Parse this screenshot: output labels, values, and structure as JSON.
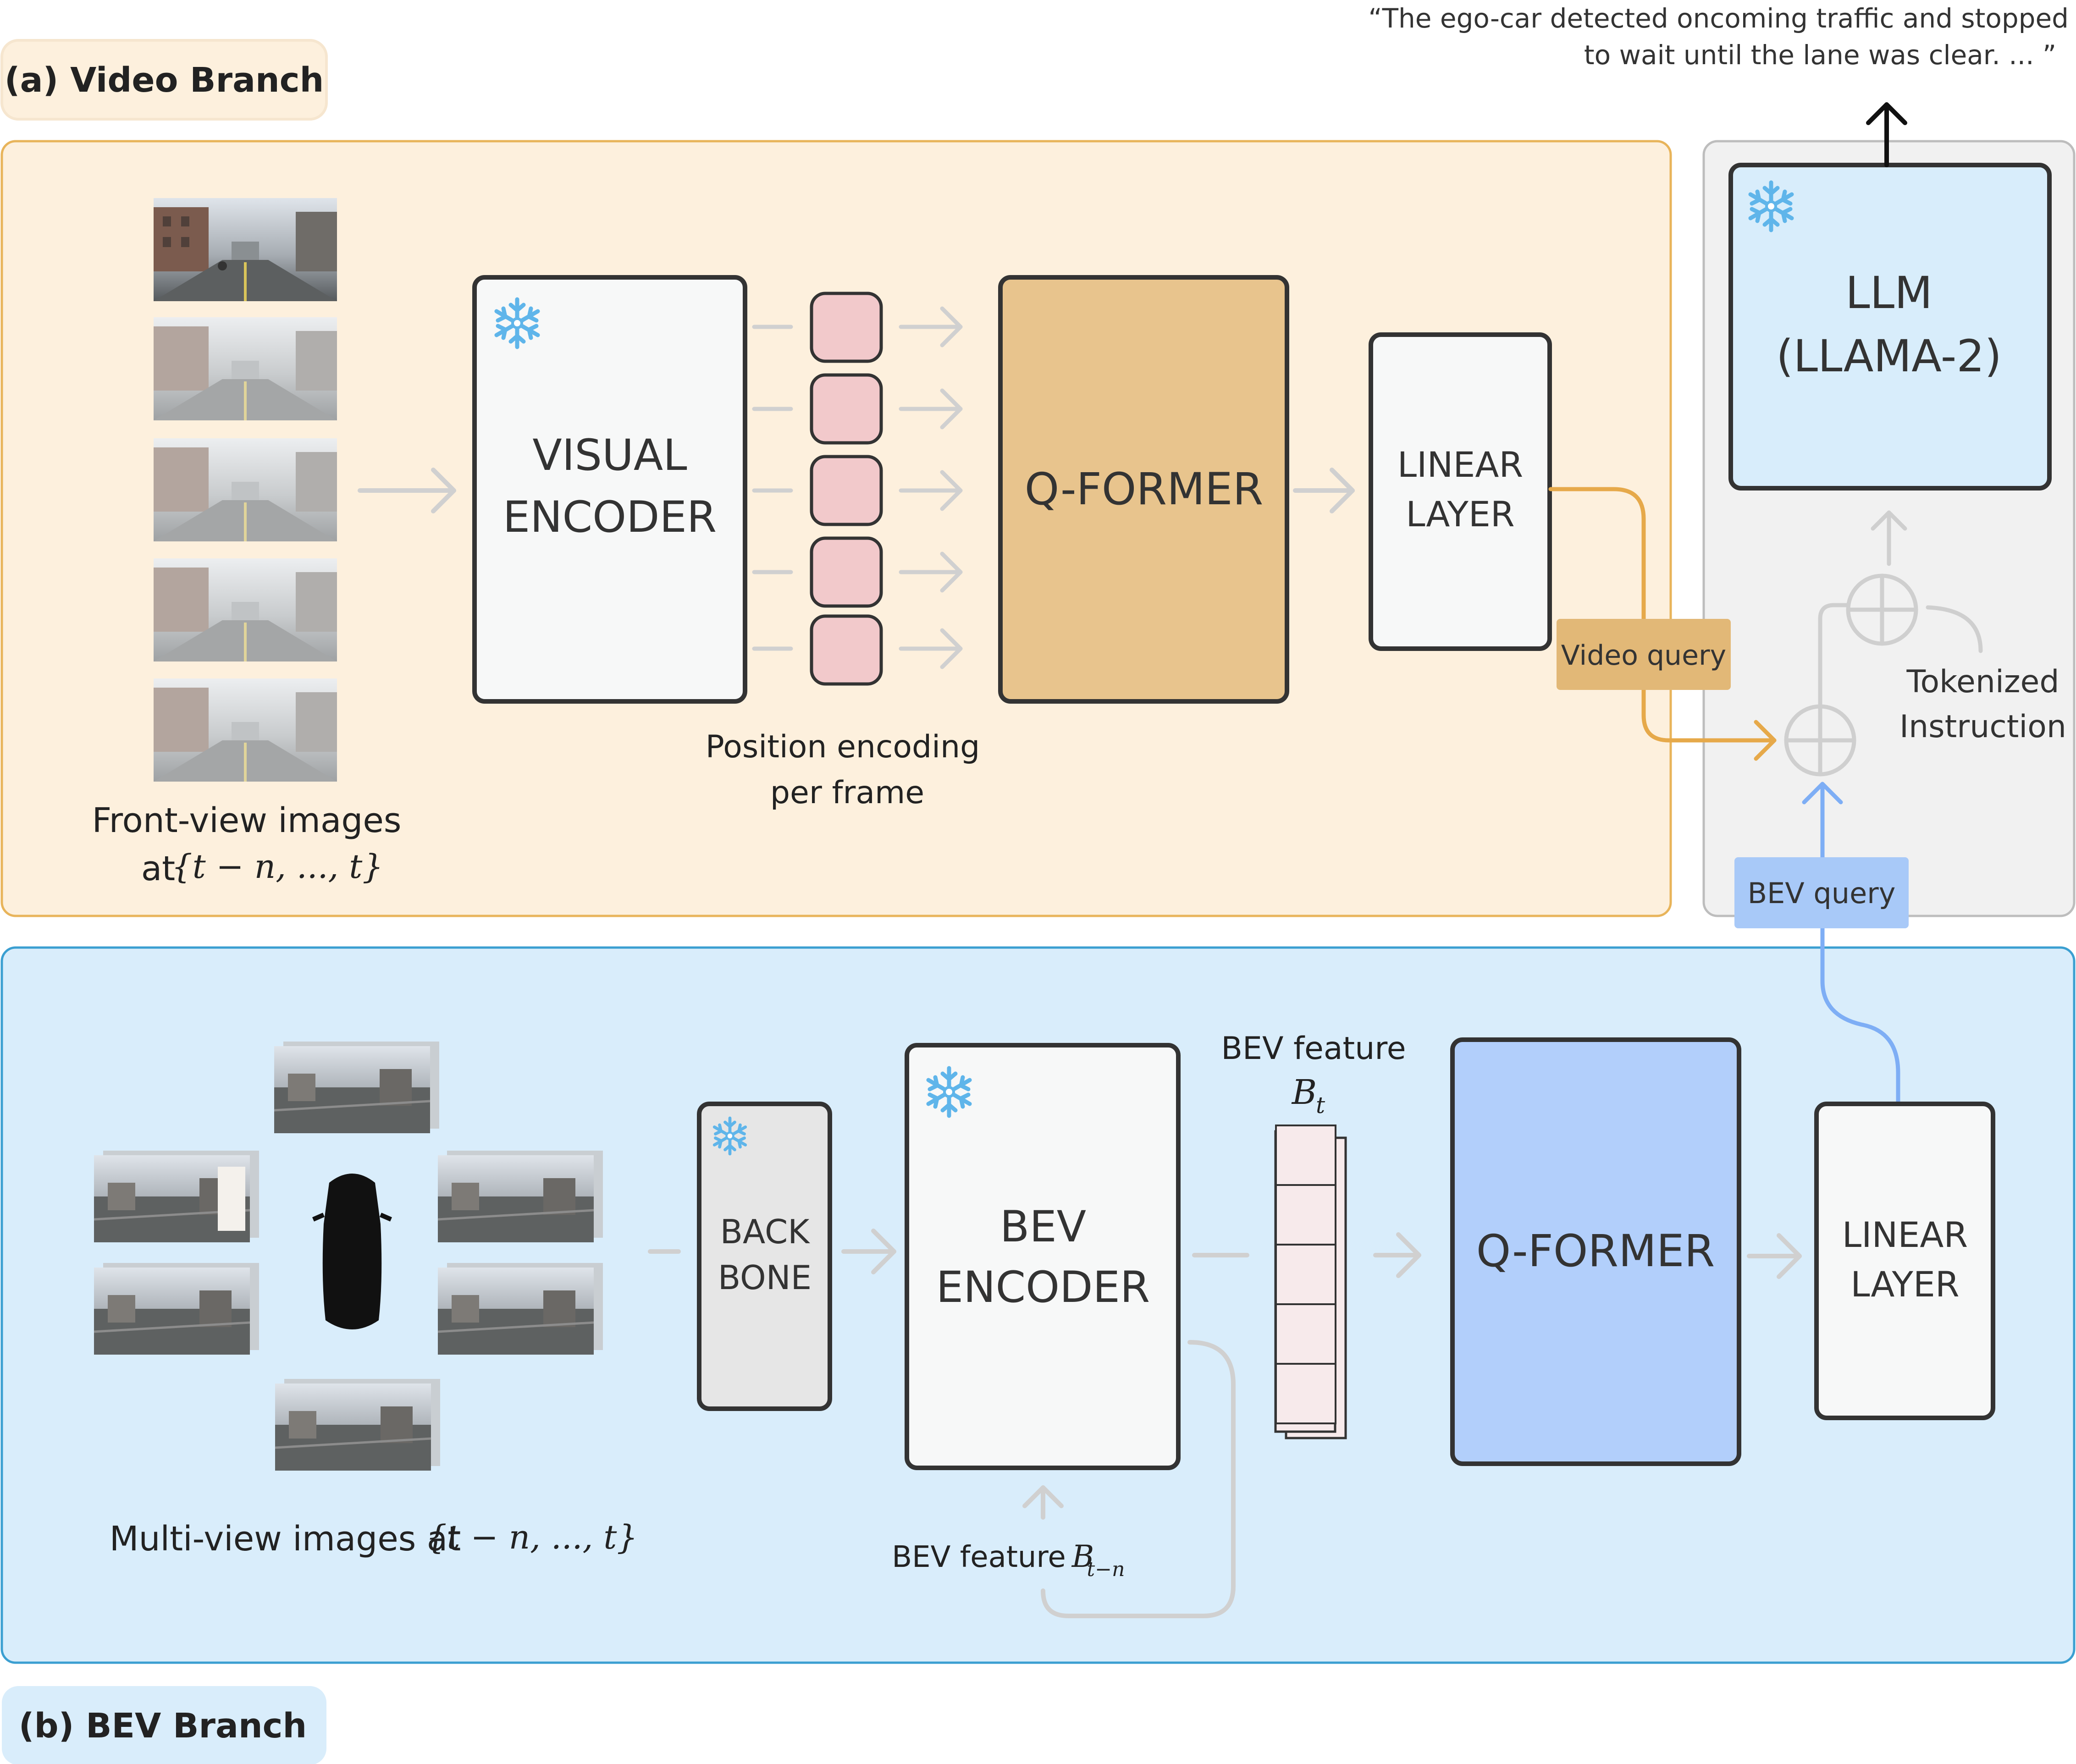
{
  "labels": {
    "video_branch": "(a) Video Branch",
    "bev_branch": "(b) BEV Branch"
  },
  "output_text": {
    "line1": "“The ego-car detected oncoming traffic and stopped",
    "line2": "to wait until the lane was clear. ... ”"
  },
  "video": {
    "frames_caption_1": "Front-view images",
    "frames_caption_2_prefix": "at",
    "frames_caption_2_math": "{t − n, ..., t}",
    "visual_encoder_1": "VISUAL",
    "visual_encoder_2": "ENCODER",
    "pos_enc_1": "Position encoding",
    "pos_enc_2": "per frame",
    "qformer": "Q-FORMER",
    "linear_1": "LINEAR",
    "linear_2": "LAYER",
    "video_query": "Video query"
  },
  "llm": {
    "line1": "LLM",
    "line2": "(LLAMA-2)",
    "tokenized_1": "Tokenized",
    "tokenized_2": "Instruction"
  },
  "bev": {
    "multiview_caption_prefix": "Multi-view images at",
    "multiview_caption_math": "{t − n, ..., t}",
    "backbone_1": "BACK",
    "backbone_2": "BONE",
    "bev_encoder_1": "BEV",
    "bev_encoder_2": "ENCODER",
    "feature_label": "BEV feature",
    "feature_math": "B",
    "feature_math_sub": "t",
    "prev_feature_label": "BEV feature",
    "prev_feature_math": "B",
    "prev_feature_math_sub": "t−n",
    "qformer": "Q-FORMER",
    "linear_1": "LINEAR",
    "linear_2": "LAYER",
    "bev_query": "BEV query"
  },
  "icons": {
    "frozen": "snowflake-icon",
    "car": "car-top-view-icon"
  },
  "colors": {
    "video_panel_bg": "#fdf0dd",
    "video_panel_border": "#e8b45a",
    "video_qformer": "#e8c48d",
    "video_query_bg": "#e2b877",
    "bev_panel_bg": "#d9edfb",
    "bev_panel_border": "#3b9fd1",
    "bev_qformer": "#b2cffb",
    "bev_query_bg": "#a8c9f8",
    "llm_panel_bg": "#f1f1f1",
    "llm_box": "#d8edfb",
    "pos_token": "#f2c9cb",
    "arrow_gray": "#d0d0d0",
    "arrow_orange": "#e6a94a",
    "arrow_blue": "#7eaef5",
    "snowflake": "#5fb5ea"
  }
}
